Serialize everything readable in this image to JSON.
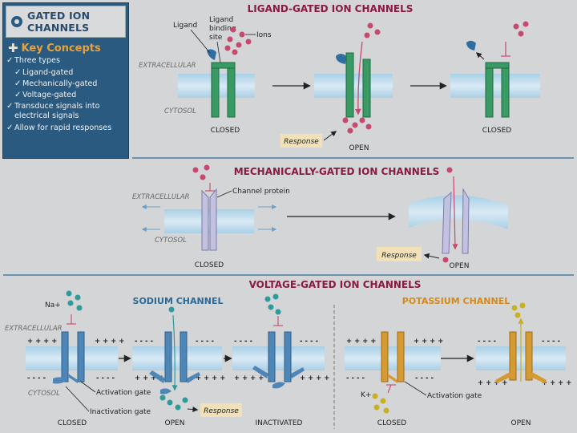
{
  "colors": {
    "background": "#d3d5d7",
    "title_magenta": "#8a1a45",
    "subtitle_blue": "#2b6a96",
    "subtitle_orange": "#d58a18",
    "ligand_channel": "#3a9a63",
    "mech_channel": "#c2c2e0",
    "sodium_channel": "#4f86b8",
    "potassium_channel": "#d69a33",
    "ion_pink": "#c8496e",
    "ion_teal": "#2f9a9a",
    "ion_yellow": "#c9b020",
    "card_bg": "#2a5a80",
    "key_concepts_orange": "#e8a23a"
  },
  "card": {
    "title": "GATED ION CHANNELS",
    "key_concepts": "Key Concepts",
    "items": [
      "Three types",
      "Ligand-gated",
      "Mechanically-gated",
      "Voltage-gated",
      "Transduce signals into electrical signals",
      "Allow for rapid responses"
    ]
  },
  "ligand": {
    "title": "LIGAND-GATED ION CHANNELS",
    "label_ligand": "Ligand",
    "label_binding_line1": "Ligand",
    "label_binding_line2": "binding",
    "label_binding_line3": "site",
    "label_ions": "Ions",
    "extracellular": "EXTRACELLULAR",
    "cytosol": "CYTOSOL",
    "closed1": "CLOSED",
    "open": "OPEN",
    "closed2": "CLOSED",
    "response": "Response"
  },
  "mechanical": {
    "title": "MECHANICALLY-GATED ION CHANNELS",
    "extracellular": "EXTRACELLULAR",
    "cytosol": "CYTOSOL",
    "label_protein": "Channel protein",
    "closed": "CLOSED",
    "open": "OPEN",
    "response": "Response"
  },
  "voltage": {
    "title": "VOLTAGE-GATED ION CHANNELS",
    "sodium_title": "SODIUM CHANNEL",
    "potassium_title": "POTASSIUM CHANNEL",
    "extracellular": "EXTRACELLULAR",
    "cytosol": "CYTOSOL",
    "na_label": "Na+",
    "k_label": "K+",
    "activation_gate": "Activation gate",
    "inactivation_gate": "Inactivation gate",
    "activation_gate_k": "Activation gate",
    "response": "Response",
    "closed": "CLOSED",
    "open": "OPEN",
    "inactivated": "INACTIVATED",
    "closed_k": "CLOSED",
    "open_k": "OPEN",
    "plus": "+ + + +",
    "minus": "- - - -"
  }
}
